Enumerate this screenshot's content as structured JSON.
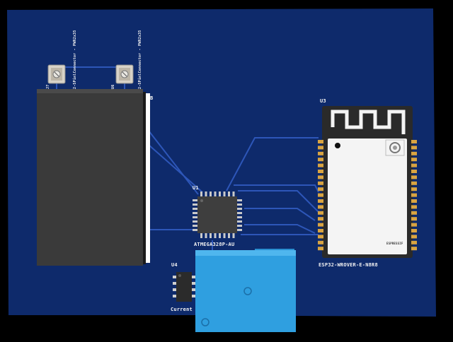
{
  "viewer": {
    "background_color": "#000000",
    "board_color": "#0e2a6b",
    "trace_color": "#2d56b8",
    "silkscreen_color": "#f2f2f2"
  },
  "components": {
    "j7": {
      "ref": "J7",
      "value": "2-SPinlConnector - PWR2x35",
      "icon": "screw-terminal-icon"
    },
    "u6": {
      "ref": "U6",
      "value": "2-SPinlConnector - PWR2x35",
      "icon": "screw-terminal-icon"
    },
    "battery": {
      "ref": "B",
      "icon": "battery-pack-icon"
    },
    "u3": {
      "ref": "U3",
      "value": "ESP32-WROVER-E-N8R8",
      "icon": "esp32-module-icon",
      "logo_text": "ESPRESSIF"
    },
    "u1": {
      "ref": "U1",
      "value": "ATMEGA328P-AU",
      "icon": "qfp-chip-icon"
    },
    "u4": {
      "ref": "U4",
      "value": "Current",
      "icon": "soic-chip-icon"
    },
    "relay": {
      "icon": "relay-module-icon"
    }
  }
}
